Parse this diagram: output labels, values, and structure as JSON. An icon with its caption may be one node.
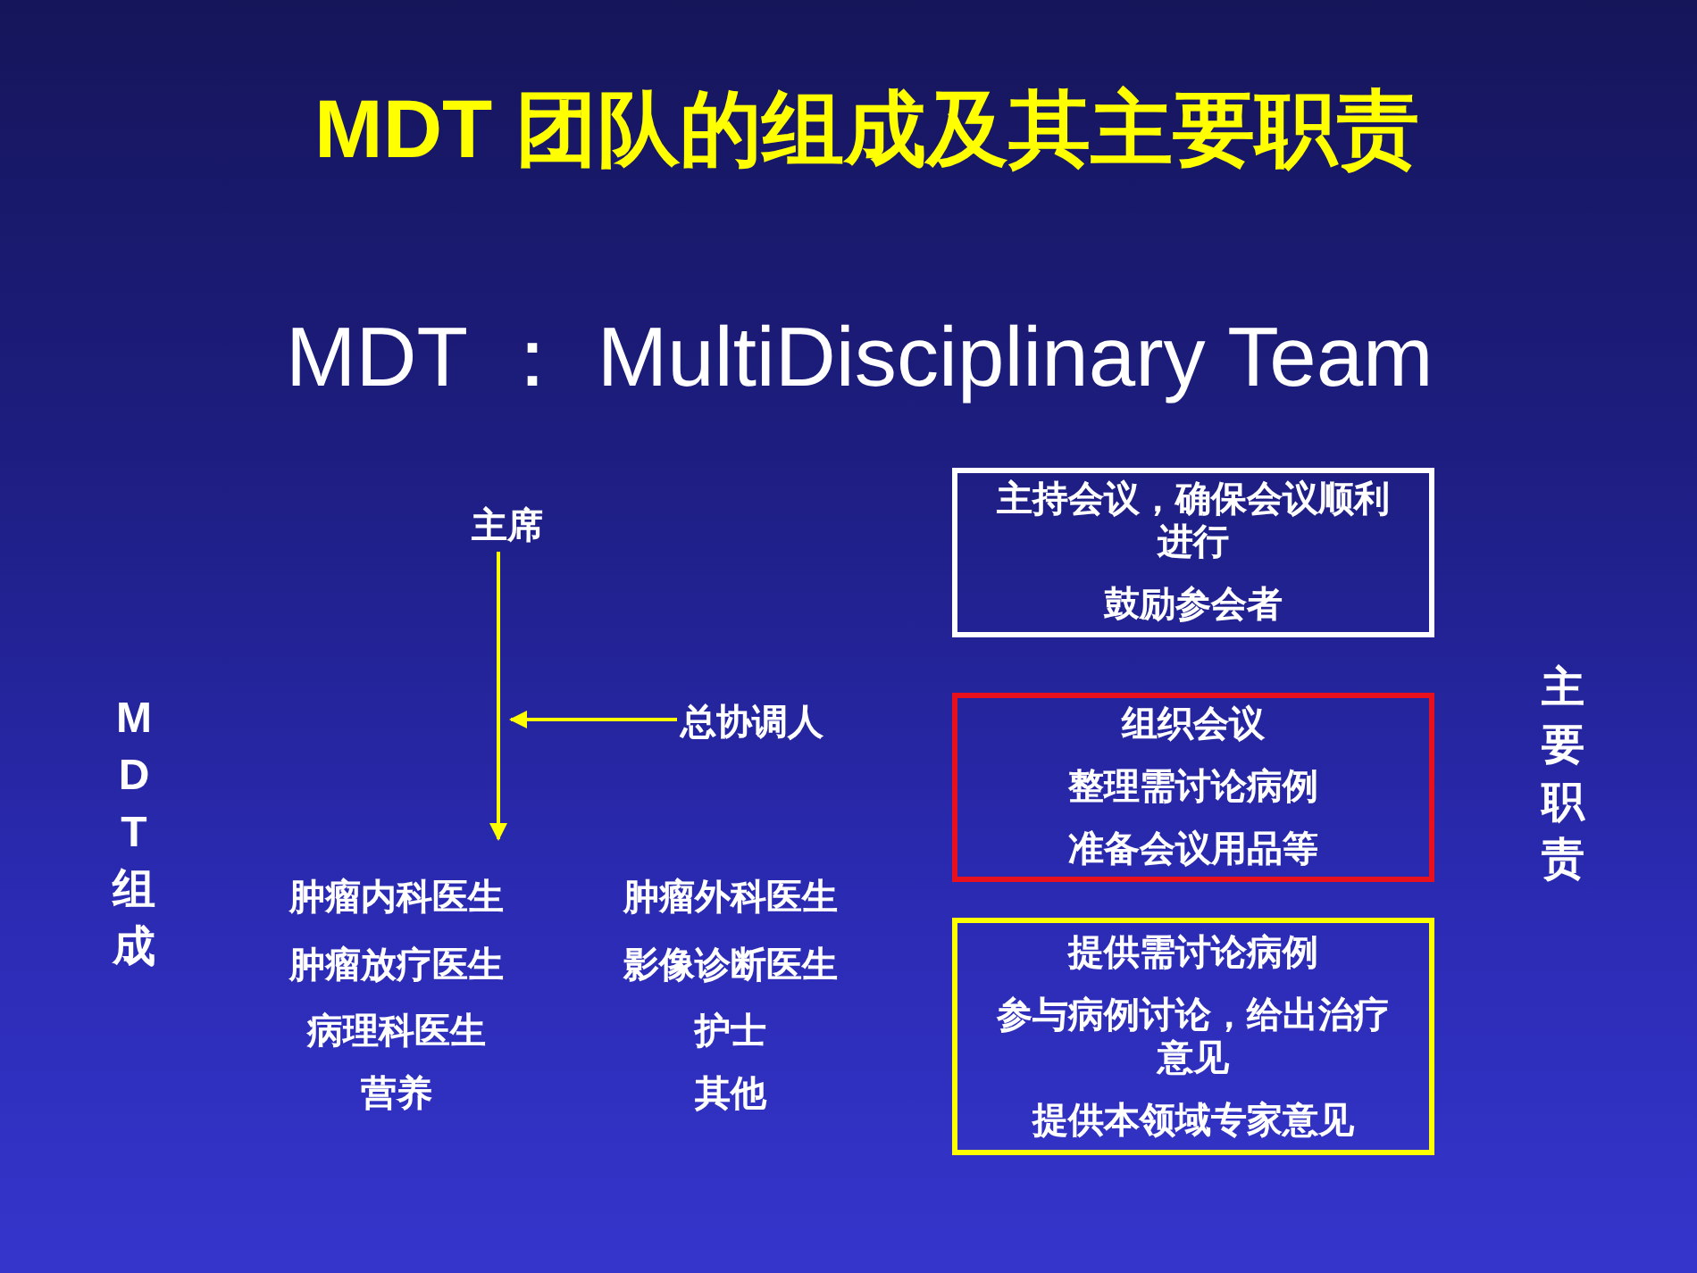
{
  "diagram": {
    "title": "MDT 团队的组成及其主要职责",
    "nodes": [
      {
        "text": [
          "主席"
        ]
      },
      {
        "text": [
          "总协调人"
        ]
      },
      {
        "text": [
          "主持会议，确保会议顺利进行",
          "鼓励参会者"
        ]
      },
      {
        "text": [
          "组织会议",
          "整理需讨论病例",
          "准备会议用品等"
        ]
      },
      {
        "text": [
          "提供需讨论病例",
          "参与病例讨论，给出治疗意见",
          "提供本领域专家意见"
        ]
      }
    ],
    "edges": [
      {
        "from": 0,
        "to": null,
        "arrow": "to"
      },
      {
        "from": 1,
        "to": null,
        "arrow": "to"
      }
    ],
    "labels": [
      "MDT ： MultiDisciplinary Team",
      "MDT组成",
      "主要职责",
      "肿瘤内科医生",
      "肿瘤外科医生",
      "肿瘤放疗医生",
      "影像诊断医生",
      "病理科医生",
      "护士",
      "营养",
      "其他"
    ]
  }
}
